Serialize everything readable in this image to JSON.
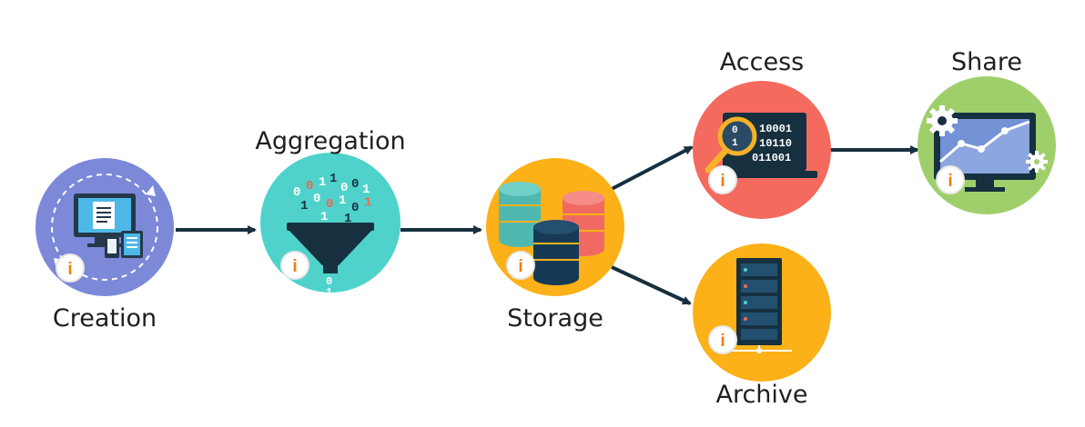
{
  "labels": {
    "creation": "Creation",
    "aggregation": "Aggregation",
    "storage": "Storage",
    "access": "Access",
    "share": "Share",
    "archive": "Archive"
  },
  "info_glyph": "i",
  "access_binary": [
    "10001",
    "10110",
    "011001"
  ],
  "access_lens_digits": [
    "0",
    "1"
  ],
  "colors": {
    "creation": "#7c88d8",
    "aggregation": "#4fd2cb",
    "storage": "#fbb117",
    "access": "#f46a5e",
    "share": "#9fcf6b",
    "archive": "#fbb117",
    "arrow": "#16303f",
    "info_text": "#f07c13"
  }
}
